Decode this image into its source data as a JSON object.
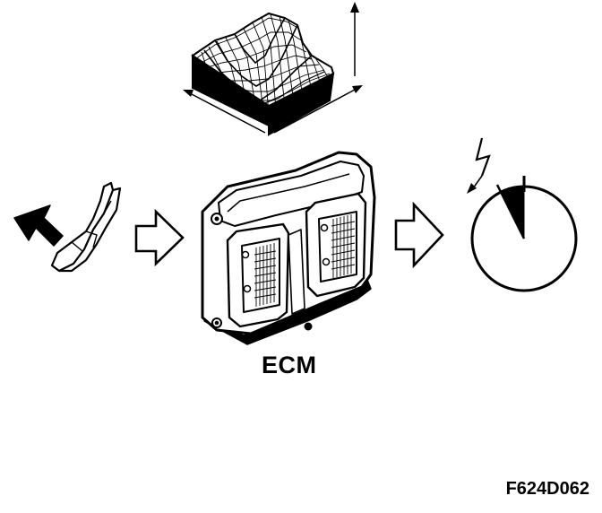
{
  "diagram": {
    "ecm_label": "ECM",
    "figure_id": "F624D062",
    "components": {
      "input_sensor": "pressure-sensor-icon",
      "flow_arrow_in": "flow-arrow-icon",
      "controller": "ecm-control-module",
      "flow_arrow_out": "flow-arrow-icon",
      "output_timing": "ignition-timing-dial-icon",
      "lookup_map": "3d-map-surface-icon"
    },
    "colors": {
      "line": "#000000",
      "fill": "#ffffff"
    }
  }
}
